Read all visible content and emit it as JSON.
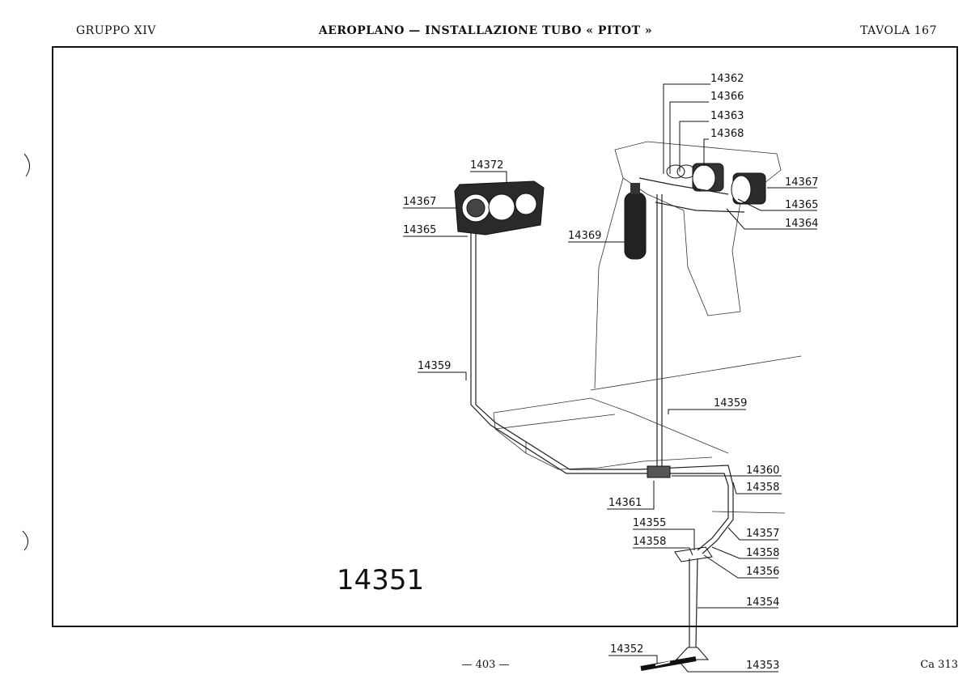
{
  "header": {
    "left": "GRUPPO XIV",
    "center": "AEROPLANO — INSTALLAZIONE TUBO « PITOT »",
    "right": "TAVOLA 167"
  },
  "footer": {
    "page": "— 403 —",
    "code": "Ca 313"
  },
  "diagram": {
    "assembly": "14351",
    "labels": {
      "l14362": "14362",
      "l14366": "14366",
      "l14363": "14363",
      "l14368": "14368",
      "l14367r": "14367",
      "l14365r": "14365",
      "l14364": "14364",
      "l14372": "14372",
      "l14367l": "14367",
      "l14365l": "14365",
      "l14369": "14369",
      "l14359l": "14359",
      "l14359r": "14359",
      "l14360": "14360",
      "l14358a": "14358",
      "l14361": "14361",
      "l14355": "14355",
      "l14357": "14357",
      "l14358b": "14358",
      "l14358c": "14358",
      "l14356": "14356",
      "l14354": "14354",
      "l14352": "14352",
      "l14353": "14353"
    }
  }
}
